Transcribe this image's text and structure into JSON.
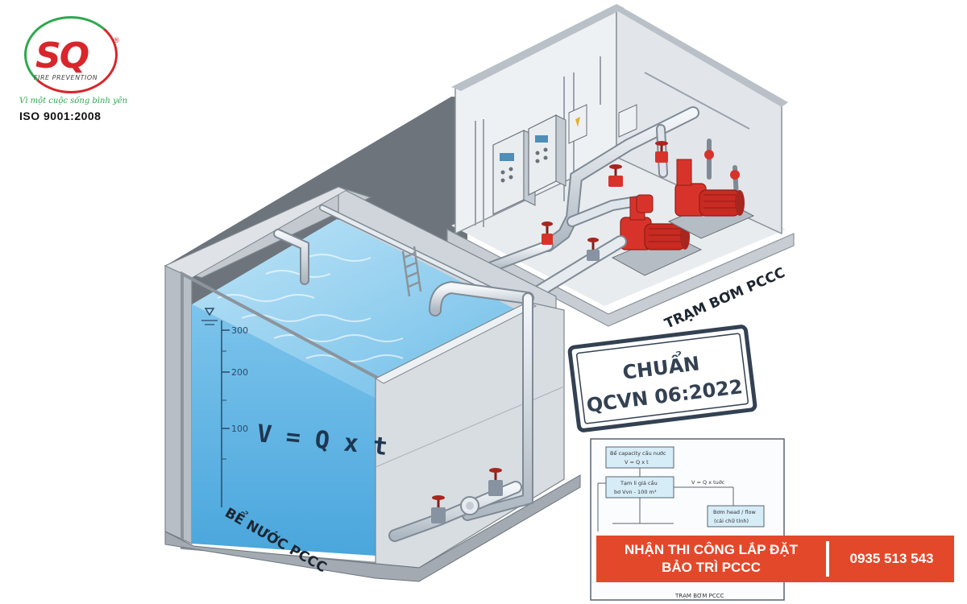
{
  "logo": {
    "mark": "SQ",
    "reg": "®",
    "subtitle": "FIRE PREVENTION",
    "slogan": "Vì một cuộc sống bình yên",
    "iso": "ISO 9001:2008"
  },
  "diagram": {
    "pump_station_label": "TRẠM BƠM PCCC",
    "tank_label": "BỂ NƯỚC PCCC",
    "formula": "V = Q x t",
    "gauge_ticks": [
      "300",
      "200",
      "100"
    ],
    "stamp": {
      "line1": "CHUẨN",
      "line2": "QCVN 06:2022"
    },
    "flowchart": {
      "box1": {
        "line1": "Bể capacity cấu nước",
        "line2": "V = Q x t"
      },
      "box2": {
        "line1": "Tạm li giá cầu",
        "line2": "bơ Vvn - 100 m³"
      },
      "box3": {
        "line1": "Bơm head / flow",
        "line2": "(cái chữ tính)"
      },
      "arrow_label": "V = Q x tuớc",
      "footer": "TRẠM BƠM PCCC"
    }
  },
  "banner": {
    "line1": "NHẬN THI CÔNG LẮP ĐẶT",
    "line2": "BẢO TRÌ PCCC",
    "phone": "0935 513 543"
  },
  "colors": {
    "water": "#5fb8e6",
    "water_light": "#9fd6f2",
    "concrete": "#d3d8dd",
    "concrete_dark": "#a9b0b8",
    "pump_red": "#d8332a",
    "banner": "#e4482a",
    "logo_red": "#d9262b",
    "logo_green": "#2fa84f"
  }
}
